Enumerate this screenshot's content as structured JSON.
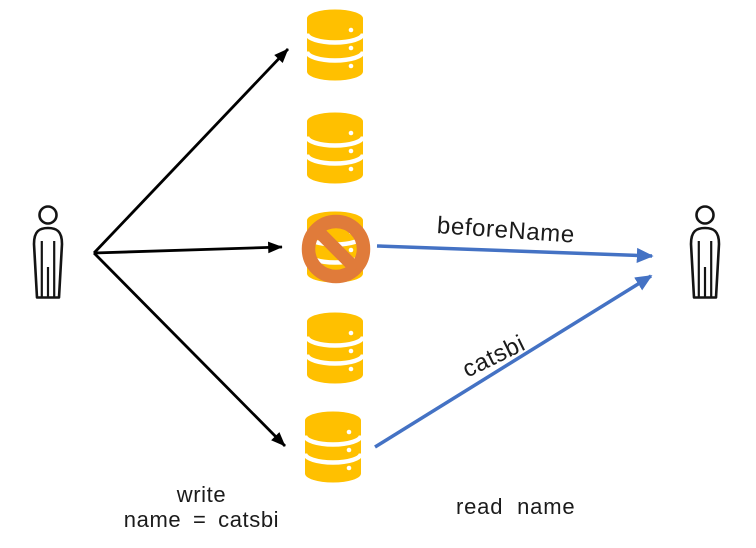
{
  "diagram": {
    "write_action": {
      "line1": "write",
      "line2": "name = catsbi"
    },
    "read_action_label": "read name",
    "read_arrows": [
      {
        "label": "beforeName"
      },
      {
        "label": "catsbi"
      }
    ],
    "replica_count": 5,
    "colors": {
      "database_yellow": "#FFC000",
      "prohibition_orange": "#E07B3A",
      "read_arrow_blue": "#4472C4",
      "write_arrow_black": "#000000"
    },
    "icons": [
      "person-icon",
      "database-icon",
      "prohibition-icon"
    ]
  }
}
